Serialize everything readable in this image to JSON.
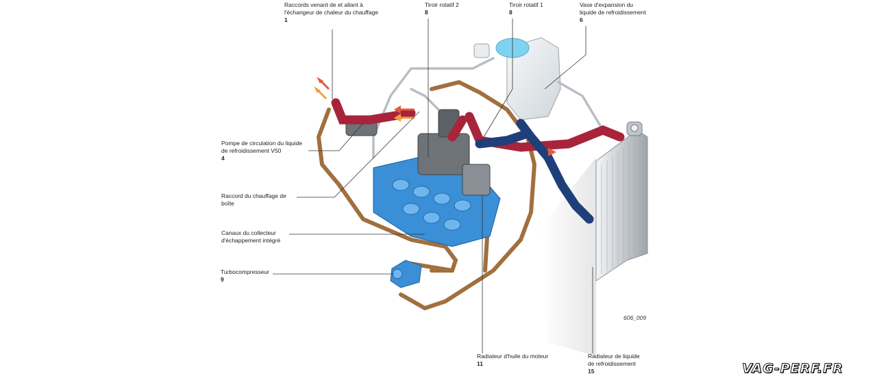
{
  "labels": {
    "l1": {
      "text": "Raccords venant de et allant à\nl'échangeur de chaleur du chauffage",
      "num": "1"
    },
    "l8a": {
      "text": "Tiroir rotatif 2",
      "num": "8"
    },
    "l8b": {
      "text": "Tiroir rotatif 1",
      "num": "8"
    },
    "l6": {
      "text": "Vase d'expansion du\nliquide de refroidissement",
      "num": "6"
    },
    "l4": {
      "text": "Pompe de circulation du liquide\nde refroidissement V50",
      "num": "4"
    },
    "lr": {
      "text": "Raccord du chauffage de\nboîte",
      "num": ""
    },
    "lc": {
      "text": "Canaux du collecteur\nd'échappement intégré",
      "num": ""
    },
    "l9": {
      "text": "Turbocompresseur",
      "num": "9"
    },
    "l11": {
      "text": "Radiateur d'huile du moteur",
      "num": "11"
    },
    "l15": {
      "text": "Radiateur de liquide\nde refroidissement",
      "num": "15"
    }
  },
  "figure_id": "606_009",
  "logo_text": "VAG-PERF.FR",
  "colors": {
    "hot_red": "#a8243a",
    "cold_blue": "#1f3f7a",
    "engine_blue": "#3a8fd6",
    "copper": "#a0703e",
    "tank": "#e6ecf0",
    "tank_fluid": "#7fd3f0",
    "radiator": "#c8ccd0",
    "arrow_red": "#e05a40",
    "arrow_orange": "#f0a040"
  }
}
